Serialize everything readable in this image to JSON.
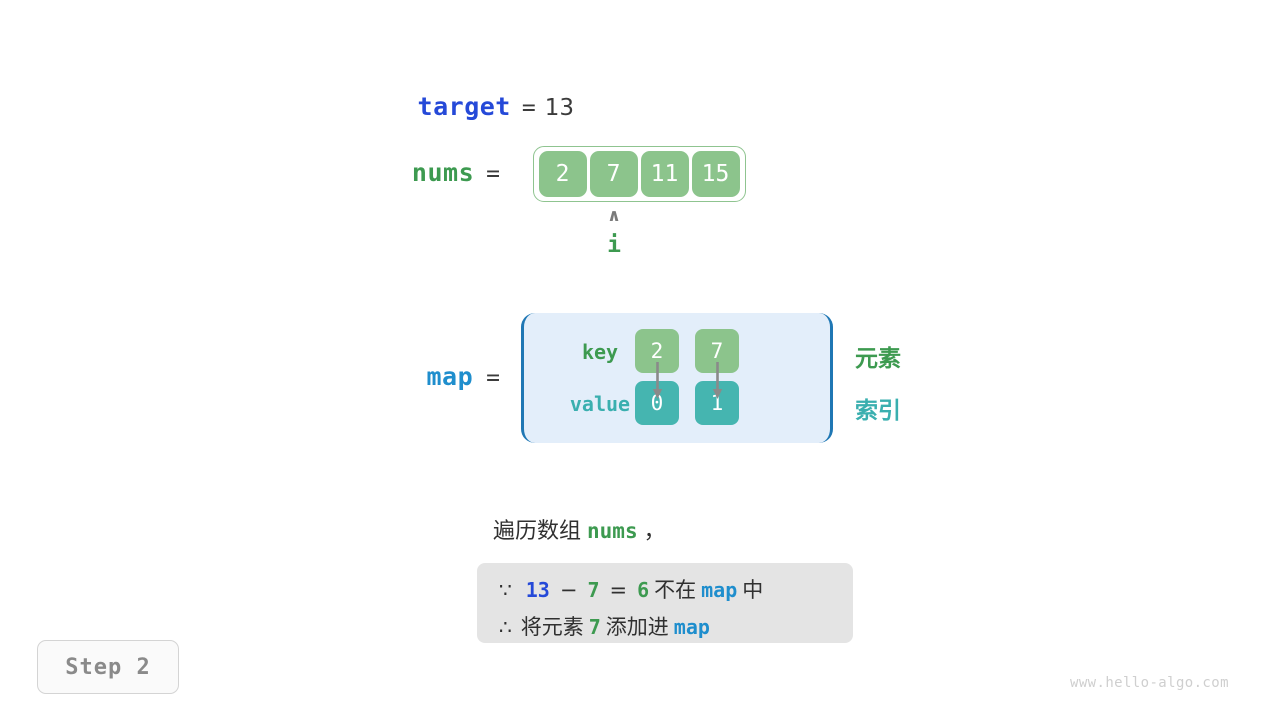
{
  "colors": {
    "green": "#3d9a50",
    "green_cell": "#8cc48c",
    "green_frame": "#8fc490",
    "teal": "#3aafaf",
    "teal_cell": "#45b5b0",
    "blue_dark": "#2549d8",
    "blue_light": "#1f8ecd",
    "blue_border": "#1f77b4",
    "box_fill": "#e3eefa",
    "note_bg": "#e4e4e4",
    "text_dark": "#303030",
    "gray_arrow": "#8a8a8a",
    "badge_text": "#8a8a8a",
    "watermark": "#cfcfcf"
  },
  "target": {
    "name": "target",
    "equals": "=",
    "value": "13"
  },
  "nums": {
    "name": "nums",
    "equals": "=",
    "cells": [
      "2",
      "7",
      "11",
      "15"
    ]
  },
  "pointer": {
    "caret": "∧",
    "label": "i"
  },
  "map": {
    "name": "map",
    "equals": "=",
    "key_label": "key",
    "value_label": "value",
    "keys": [
      "2",
      "7"
    ],
    "values": [
      "0",
      "1"
    ],
    "side_labels": {
      "element": "元素",
      "index": "索引"
    }
  },
  "caption": {
    "prefix": "遍历数组",
    "keyword": "nums",
    "suffix": "，"
  },
  "note": {
    "line1": {
      "symbol": "∵",
      "a": "13",
      "minus": "−",
      "b": "7",
      "eq": "=",
      "c": "6",
      "mid": "不在",
      "map": "map",
      "tail": "中"
    },
    "line2": {
      "symbol": "∴",
      "lead": "将元素",
      "num": "7",
      "mid": "添加进",
      "map": "map"
    }
  },
  "step_badge": {
    "label": "Step 2"
  },
  "watermark": {
    "text": "www.hello-algo.com"
  }
}
